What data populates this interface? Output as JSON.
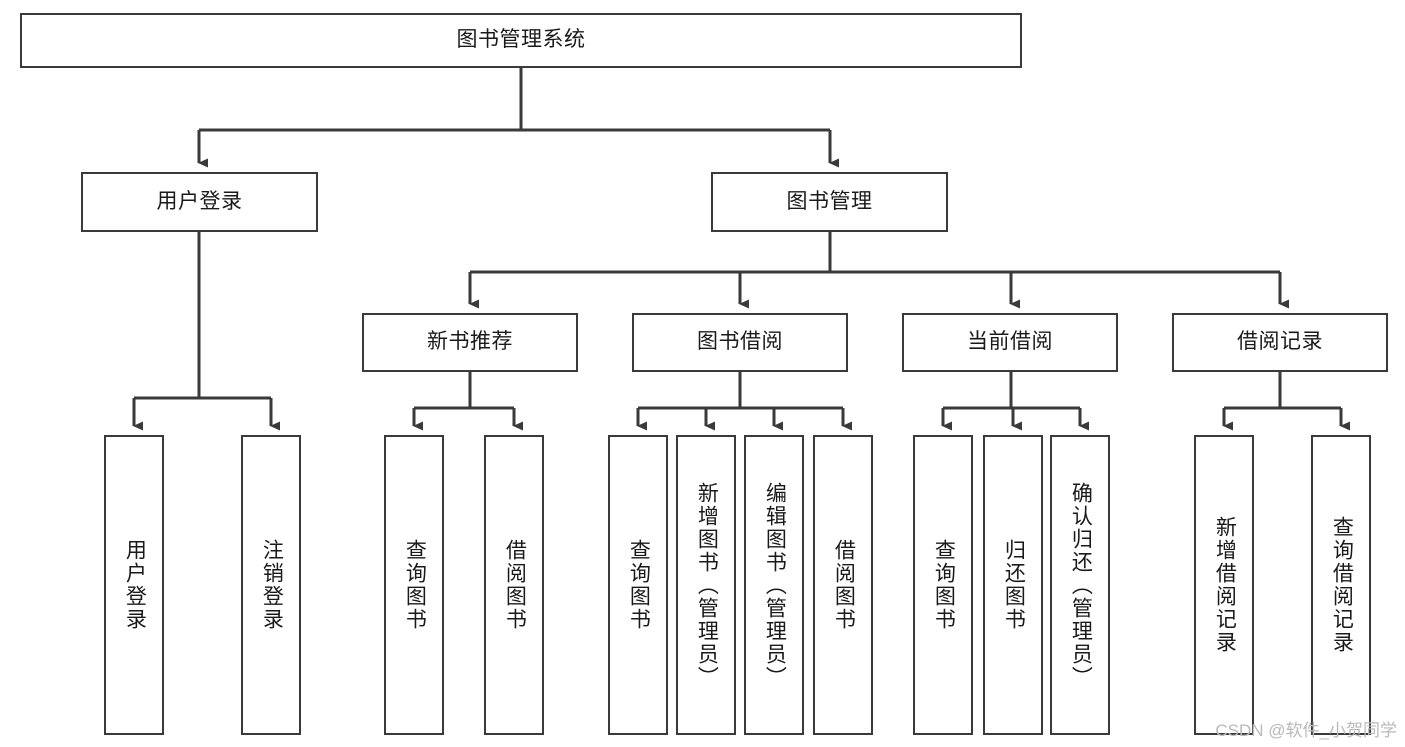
{
  "diagram": {
    "title": "图书管理系统",
    "type": "tree-hierarchy",
    "background_color": "#ffffff",
    "box_border_color": "#3a3a3a",
    "text_color": "#1a1a1a",
    "connector_color": "#3a3a3a"
  },
  "nodes": {
    "root": {
      "label": "图书管理系统",
      "level": 1,
      "orientation": "horizontal"
    },
    "l2": [
      {
        "id": "user-login",
        "label": "用户登录",
        "level": 2,
        "orientation": "horizontal"
      },
      {
        "id": "book-management",
        "label": "图书管理",
        "level": 2,
        "orientation": "horizontal"
      }
    ],
    "l3": [
      {
        "id": "new-book-recommend",
        "label": "新书推荐",
        "level": 3,
        "orientation": "horizontal"
      },
      {
        "id": "book-borrow",
        "label": "图书借阅",
        "level": 3,
        "orientation": "horizontal"
      },
      {
        "id": "current-borrow",
        "label": "当前借阅",
        "level": 3,
        "orientation": "horizontal"
      },
      {
        "id": "borrow-record",
        "label": "借阅记录",
        "level": 3,
        "orientation": "horizontal"
      }
    ],
    "leaves": [
      {
        "id": "leaf-user-login",
        "label": "用户登录",
        "parent": "user-login",
        "orientation": "vertical"
      },
      {
        "id": "leaf-logout-login",
        "label": "注销登录",
        "parent": "user-login",
        "orientation": "vertical"
      },
      {
        "id": "leaf-query-book-rec",
        "label": "查询图书",
        "parent": "new-book-recommend",
        "orientation": "vertical"
      },
      {
        "id": "leaf-borrow-book-rec",
        "label": "借阅图书",
        "parent": "new-book-recommend",
        "orientation": "vertical"
      },
      {
        "id": "leaf-query-book-borrow",
        "label": "查询图书",
        "parent": "book-borrow",
        "orientation": "vertical"
      },
      {
        "id": "leaf-add-book-admin",
        "label": "新增图书（管理员）",
        "parent": "book-borrow",
        "orientation": "vertical"
      },
      {
        "id": "leaf-edit-book-admin",
        "label": "编辑图书（管理员）",
        "parent": "book-borrow",
        "orientation": "vertical"
      },
      {
        "id": "leaf-borrow-book",
        "label": "借阅图书",
        "parent": "book-borrow",
        "orientation": "vertical"
      },
      {
        "id": "leaf-query-book-current",
        "label": "查询图书",
        "parent": "current-borrow",
        "orientation": "vertical"
      },
      {
        "id": "leaf-return-book",
        "label": "归还图书",
        "parent": "current-borrow",
        "orientation": "vertical"
      },
      {
        "id": "leaf-confirm-return-admin",
        "label": "确认归还（管理员）",
        "parent": "current-borrow",
        "orientation": "vertical"
      },
      {
        "id": "leaf-add-borrow-record",
        "label": "新增借阅记录",
        "parent": "borrow-record",
        "orientation": "vertical"
      },
      {
        "id": "leaf-query-borrow-record",
        "label": "查询借阅记录",
        "parent": "borrow-record",
        "orientation": "vertical"
      }
    ]
  },
  "watermark": {
    "text": "CSDN @软件_小贺同学"
  }
}
